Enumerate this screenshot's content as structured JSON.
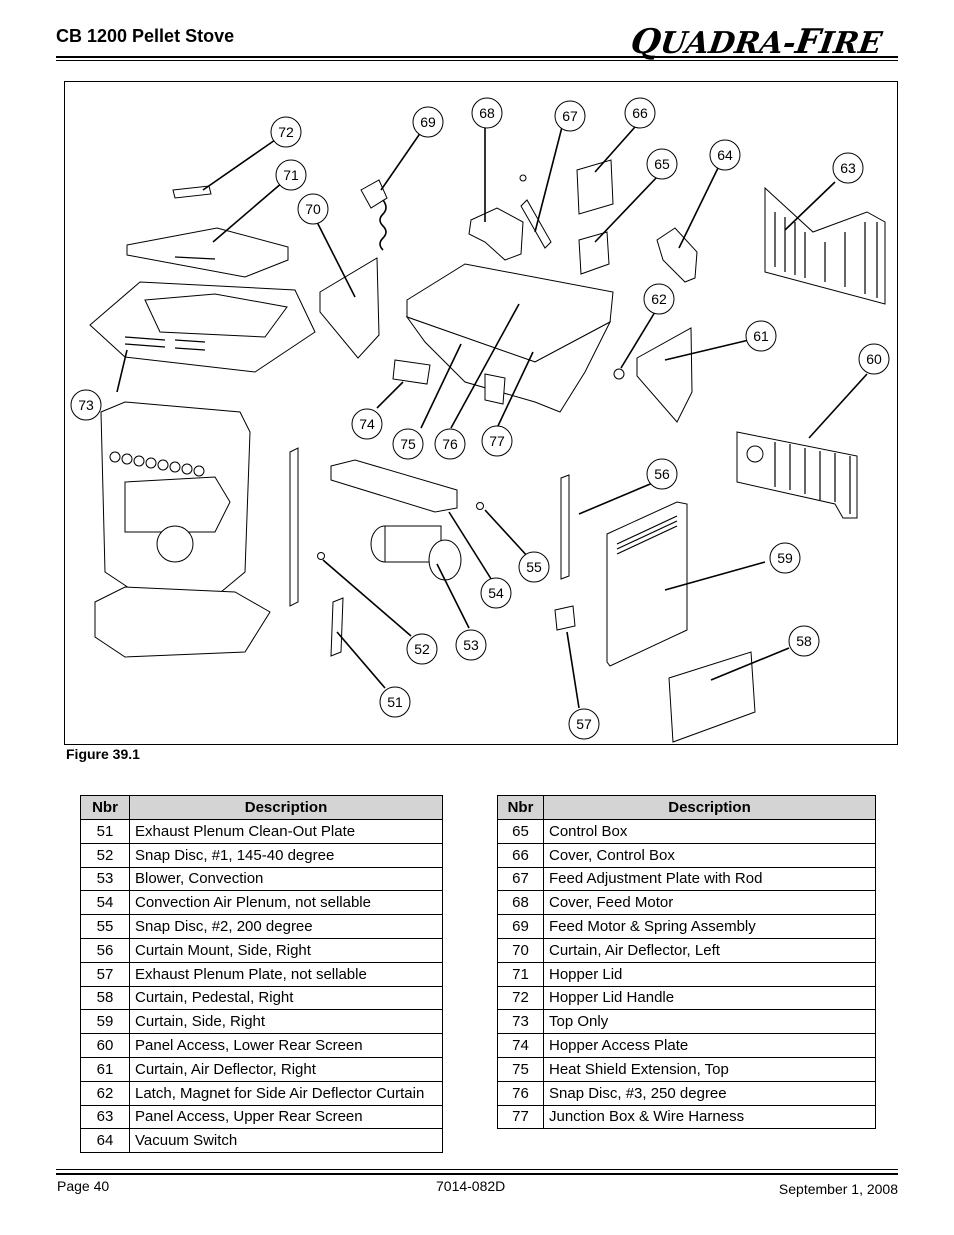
{
  "header": {
    "title": "CB 1200 Pellet Stove",
    "brand_lead": "Q",
    "brand_rest": "UADRA-",
    "brand_f": "F",
    "brand_tail": "IRE"
  },
  "figure": {
    "caption": "Figure 39.1",
    "callouts": [
      "51",
      "52",
      "53",
      "54",
      "55",
      "56",
      "57",
      "58",
      "59",
      "60",
      "61",
      "62",
      "63",
      "64",
      "65",
      "66",
      "67",
      "68",
      "69",
      "70",
      "71",
      "72",
      "73",
      "74",
      "75",
      "76",
      "77"
    ]
  },
  "table_left": {
    "headers": [
      "Nbr",
      "Description"
    ],
    "rows": [
      {
        "nbr": "51",
        "desc": "Exhaust Plenum Clean-Out Plate"
      },
      {
        "nbr": "52",
        "desc": "Snap Disc, #1, 145-40 degree"
      },
      {
        "nbr": "53",
        "desc": "Blower, Convection"
      },
      {
        "nbr": "54",
        "desc": "Convection Air Plenum, not sellable"
      },
      {
        "nbr": "55",
        "desc": "Snap Disc, #2, 200 degree"
      },
      {
        "nbr": "56",
        "desc": "Curtain Mount, Side, Right"
      },
      {
        "nbr": "57",
        "desc": "Exhaust Plenum Plate, not sellable"
      },
      {
        "nbr": "58",
        "desc": "Curtain, Pedestal, Right"
      },
      {
        "nbr": "59",
        "desc": "Curtain, Side, Right"
      },
      {
        "nbr": "60",
        "desc": "Panel Access, Lower Rear Screen"
      },
      {
        "nbr": "61",
        "desc": "Curtain, Air Deflector, Right"
      },
      {
        "nbr": "62",
        "desc": "Latch, Magnet for Side Air Deflector Curtain"
      },
      {
        "nbr": "63",
        "desc": "Panel Access, Upper Rear Screen"
      },
      {
        "nbr": "64",
        "desc": "Vacuum Switch"
      }
    ]
  },
  "table_right": {
    "headers": [
      "Nbr",
      "Description"
    ],
    "rows": [
      {
        "nbr": "65",
        "desc": "Control Box"
      },
      {
        "nbr": "66",
        "desc": "Cover, Control Box"
      },
      {
        "nbr": "67",
        "desc": "Feed Adjustment Plate with Rod"
      },
      {
        "nbr": "68",
        "desc": "Cover, Feed Motor"
      },
      {
        "nbr": "69",
        "desc": "Feed Motor & Spring Assembly"
      },
      {
        "nbr": "70",
        "desc": "Curtain, Air Deflector, Left"
      },
      {
        "nbr": "71",
        "desc": "Hopper Lid"
      },
      {
        "nbr": "72",
        "desc": "Hopper Lid Handle"
      },
      {
        "nbr": "73",
        "desc": "Top Only"
      },
      {
        "nbr": "74",
        "desc": "Hopper Access Plate"
      },
      {
        "nbr": "75",
        "desc": "Heat Shield Extension, Top"
      },
      {
        "nbr": "76",
        "desc": "Snap Disc, #3, 250 degree"
      },
      {
        "nbr": "77",
        "desc": "Junction Box & Wire Harness"
      }
    ]
  },
  "footer": {
    "page": "Page  40",
    "doc_number": "7014-082D",
    "date": "September 1, 2008"
  }
}
